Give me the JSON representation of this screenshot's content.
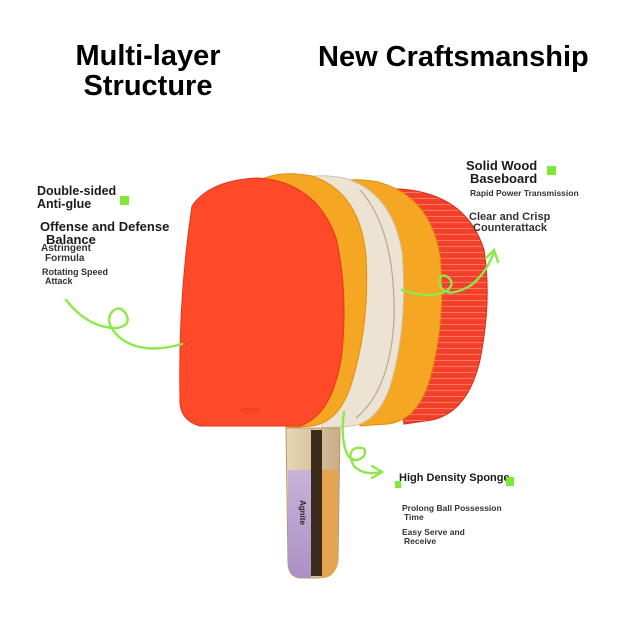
{
  "headings": {
    "left_line1": "Multi-layer",
    "left_line2": "Structure",
    "right": "New Craftsmanship"
  },
  "left_labels": {
    "anti_glue_line1": "Double-sided",
    "anti_glue_line2": "Anti-glue",
    "offense_line1": "Offense and Defense",
    "offense_line2": "Balance",
    "astringent_line1": "Astringent",
    "astringent_line2": "Formula",
    "rotating_line1": "Rotating Speed",
    "rotating_line2": "Attack"
  },
  "right_labels": {
    "wood_line1": "Solid Wood",
    "wood_line2": "Baseboard",
    "rapid": "Rapid Power Transmission",
    "clear_line1": "Clear and Crisp",
    "clear_line2": "Counterattack"
  },
  "bottom_labels": {
    "sponge": "High Density Sponge",
    "prolong_line1": "Prolong Ball Possession",
    "prolong_line2": "Time",
    "serve_line1": "Easy Serve and",
    "serve_line2": "Receive"
  },
  "paddle": {
    "handle_brand": "Agnite"
  },
  "colors": {
    "rubber_red": "#ff4a2a",
    "sponge_orange": "#f5a623",
    "wood_cream": "#ece3d3",
    "back_red": "#f2402a",
    "arrow_green": "#8ee84a",
    "marker_green": "#7fe833"
  }
}
